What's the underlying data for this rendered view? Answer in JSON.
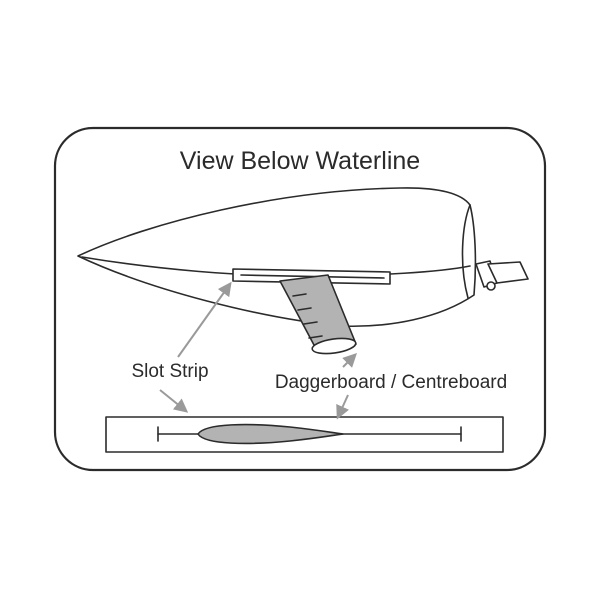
{
  "title": "View Below Waterline",
  "labels": {
    "slot_strip": "Slot Strip",
    "daggerboard": "Daggerboard / Centreboard"
  },
  "colors": {
    "outline": "#2b2b2b",
    "board_fill": "#b3b3b3",
    "arrow": "#9a9a9a",
    "background": "#ffffff"
  }
}
